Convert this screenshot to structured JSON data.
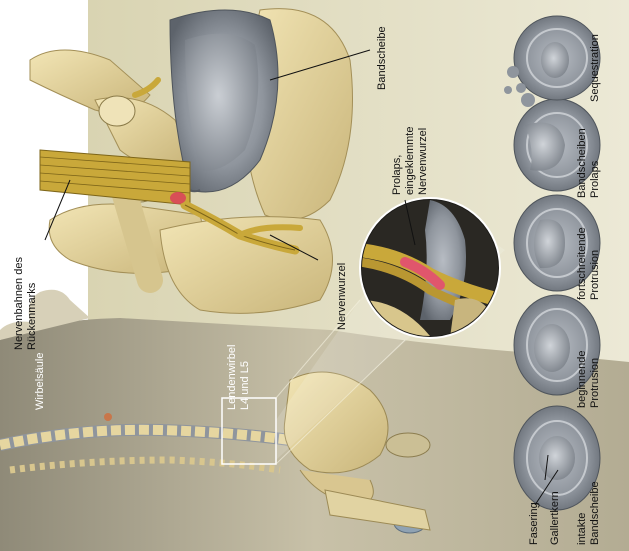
{
  "labels": {
    "bandscheibe": "Bandscheibe",
    "nervenbahnen_1": "Nervenbahnen des",
    "nervenbahnen_2": "Rückenmarks",
    "prolaps_1": "Prolaps,",
    "prolaps_2": "eingeklemmte",
    "prolaps_3": "Nervenwurzel",
    "nervenwurzel": "Nervenwurzel",
    "wirbelsaeule": "Wirbelsäule",
    "lendenwirbel_1": "Lendenwirbel",
    "lendenwirbel_2": "L4 und L5",
    "fasering": "Fasering",
    "gallertkern": "Gallertkern"
  },
  "stages": [
    {
      "line1": "intakte",
      "line2": "Bandscheibe"
    },
    {
      "line1": "beginnende",
      "line2": "Protrusion"
    },
    {
      "line1": "fortschreitende",
      "line2": "Protrusion"
    },
    {
      "line1": "Bandscheiben",
      "line2": "Prolaps"
    },
    {
      "line1": "Sequestration",
      "line2": ""
    }
  ],
  "colors": {
    "background_top": "#e6e2c6",
    "body_skin": "#c5bda4",
    "bone": "#e6d6a0",
    "disc": "#8f959d",
    "nerve": "#c9a83a",
    "prolapse_red": "#d9455a"
  }
}
